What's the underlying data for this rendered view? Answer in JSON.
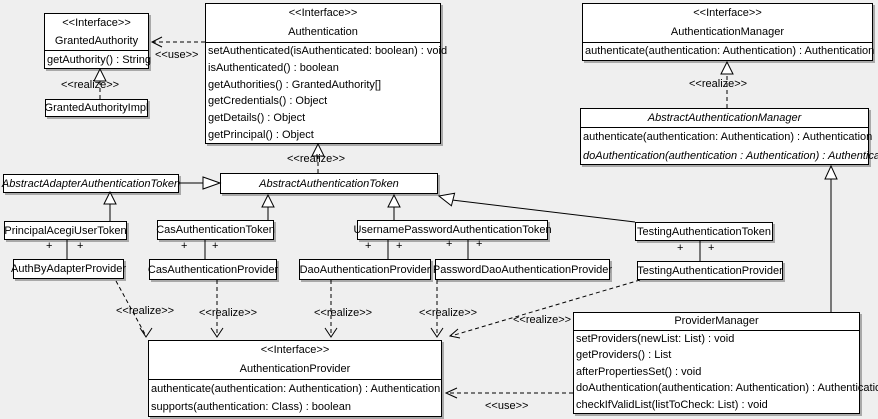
{
  "labels": {
    "realize": "&lt;&lt;realize&gt;&gt;",
    "use": "&lt;&lt;use&gt;&gt;",
    "plus": "+"
  },
  "classes": {
    "granted_authority": {
      "stereotype": "<<Interface>>",
      "name": "GrantedAuthority",
      "methods": [
        "getAuthority() : String"
      ]
    },
    "granted_authority_impl": {
      "name": "GrantedAuthorityImpl"
    },
    "authentication": {
      "stereotype": "<<Interface>>",
      "name": "Authentication",
      "methods": [
        "setAuthenticated(isAuthenticated: boolean) : void",
        "isAuthenticated() : boolean",
        "getAuthorities() : GrantedAuthority[]",
        "getCredentials() : Object",
        "getDetails() : Object",
        "getPrincipal() : Object"
      ]
    },
    "authentication_manager": {
      "stereotype": "<<Interface>>",
      "name": "AuthenticationManager",
      "methods": [
        "authenticate(authentication: Authentication) : Authentication"
      ]
    },
    "abstract_authentication_manager": {
      "name": "AbstractAuthenticationManager",
      "methods": [
        "authenticate(authentication: Authentication) : Authentication",
        "doAuthentication(authentication : Authentication) : Authentication"
      ]
    },
    "abstract_adapter_authentication_token": {
      "name": "AbstractAdapterAuthenticationToken"
    },
    "abstract_authentication_token": {
      "name": "AbstractAuthenticationToken"
    },
    "principal_acegi_user_token": {
      "name": "PrincipalAcegiUserToken"
    },
    "cas_authentication_token": {
      "name": "CasAuthenticationToken"
    },
    "username_password_authentication_token": {
      "name": "UsernamePasswordAuthenticationToken"
    },
    "testing_authentication_token": {
      "name": "TestingAuthenticationToken"
    },
    "auth_by_adapter_provider": {
      "name": "AuthByAdapterProvider"
    },
    "cas_authentication_provider": {
      "name": "CasAuthenticationProvider"
    },
    "dao_authentication_provider": {
      "name": "DaoAuthenticationProvider"
    },
    "password_dao_authentication_provider": {
      "name": "PasswordDaoAuthenticationProvider"
    },
    "testing_authentication_provider": {
      "name": "TestingAuthenticationProvider"
    },
    "authentication_provider": {
      "stereotype": "<<Interface>>",
      "name": "AuthenticationProvider",
      "methods": [
        "authenticate(authentication: Authentication) : Authentication",
        "supports(authentication: Class) : boolean"
      ]
    },
    "provider_manager": {
      "name": "ProviderManager",
      "methods": [
        "setProviders(newList: List) : void",
        "getProviders() : List",
        "afterPropertiesSet() : void",
        "doAuthentication(authentication: Authentication) : Authentication",
        "checkIfValidList(listToCheck: List) : void"
      ]
    }
  },
  "colors": {
    "background": "#efefef",
    "box_fill": "#ffffff",
    "line": "#000000",
    "shadow": "#a9a9a9"
  }
}
